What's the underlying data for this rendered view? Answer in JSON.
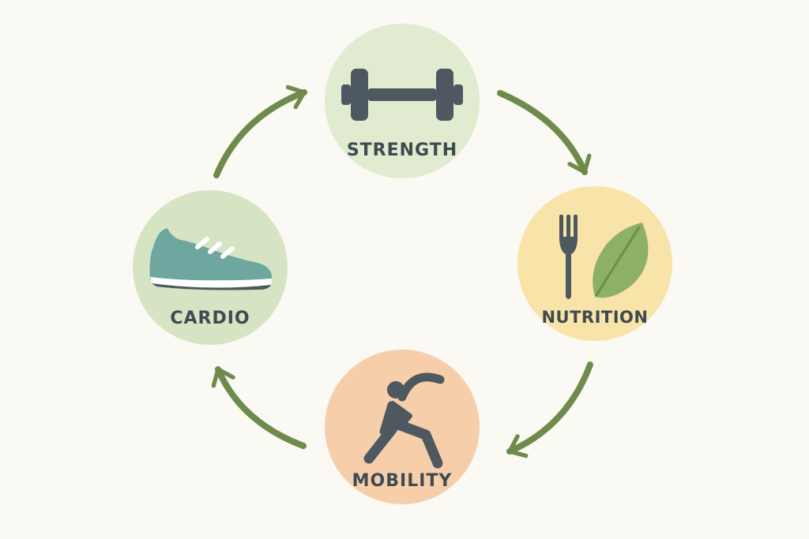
{
  "colors": {
    "background": "#fbf9f3",
    "arrow": "#6e8b4b",
    "icon_dark": "#4d5860",
    "label_text": "#3f4a50"
  },
  "nodes": [
    {
      "label": "STRENGTH",
      "icon": "dumbbell-icon",
      "fill": "#e0ebcf"
    },
    {
      "label": "NUTRITION",
      "icon": "fork-and-leaf-icon",
      "fill": "#f8e3a8"
    },
    {
      "label": "MOBILITY",
      "icon": "stretching-person-icon",
      "fill": "#f6cfaa"
    },
    {
      "label": "CARDIO",
      "icon": "sneaker-icon",
      "fill": "#d6e4c3"
    }
  ],
  "flow": [
    "STRENGTH",
    "NUTRITION",
    "MOBILITY",
    "CARDIO",
    "STRENGTH"
  ]
}
